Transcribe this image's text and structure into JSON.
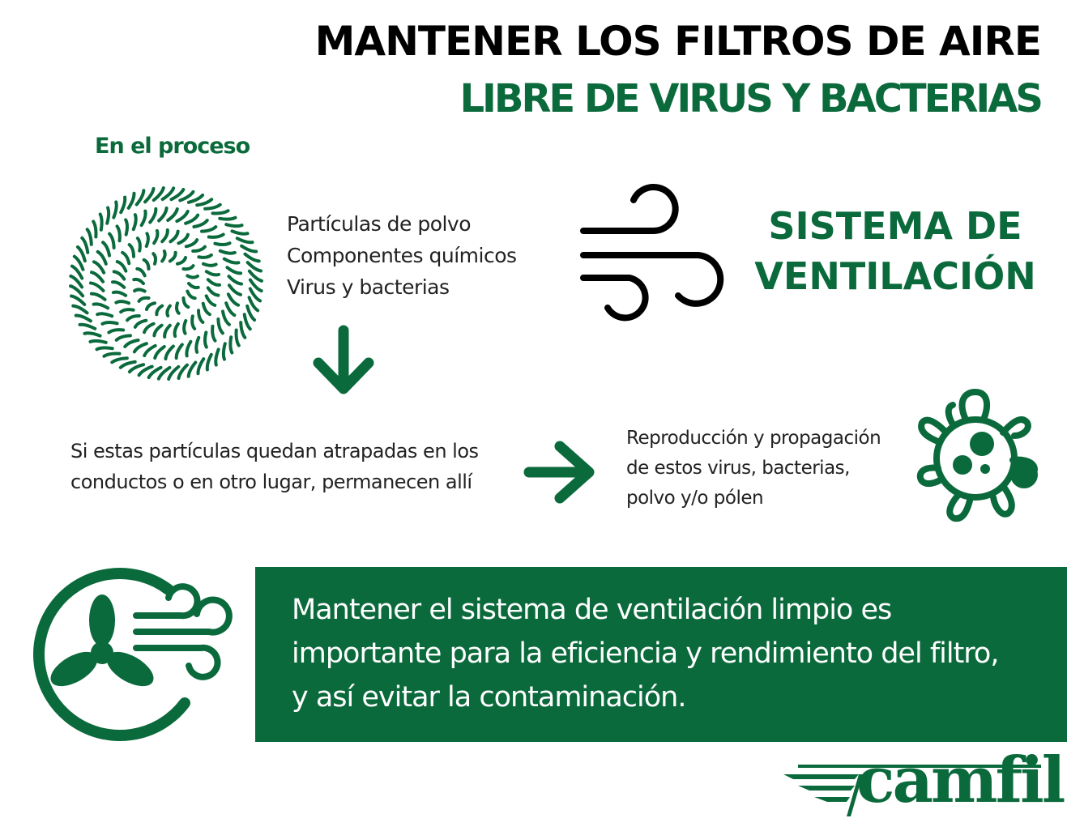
{
  "title": {
    "line1": "MANTENER LOS FILTROS DE AIRE",
    "line2": "LIBRE DE VIRUS Y BACTERIAS"
  },
  "process": {
    "heading": "En el proceso",
    "items": [
      "Partículas de polvo",
      "Componentes químicos",
      "Virus y bacterias"
    ]
  },
  "system": {
    "line1": "SISTEMA DE",
    "line2": "VENTILACIÓN"
  },
  "trapped": {
    "line1": "Si estas partículas quedan atrapadas en los",
    "line2": "conductos o en otro lugar, permanecen allí"
  },
  "spread": {
    "line1": "Reproducción y propagación",
    "line2": "de estos virus, bacterias,",
    "line3": "polvo y/o pólen"
  },
  "callout": {
    "line1": "Mantener el sistema de ventilación limpio es",
    "line2": "importante para la eficiencia y rendimiento del filtro,",
    "line3": "y así evitar la contaminación."
  },
  "logo": {
    "text": "camfil"
  },
  "colors": {
    "brand_green": "#0b6a3c",
    "text": "#1a1a1a"
  }
}
